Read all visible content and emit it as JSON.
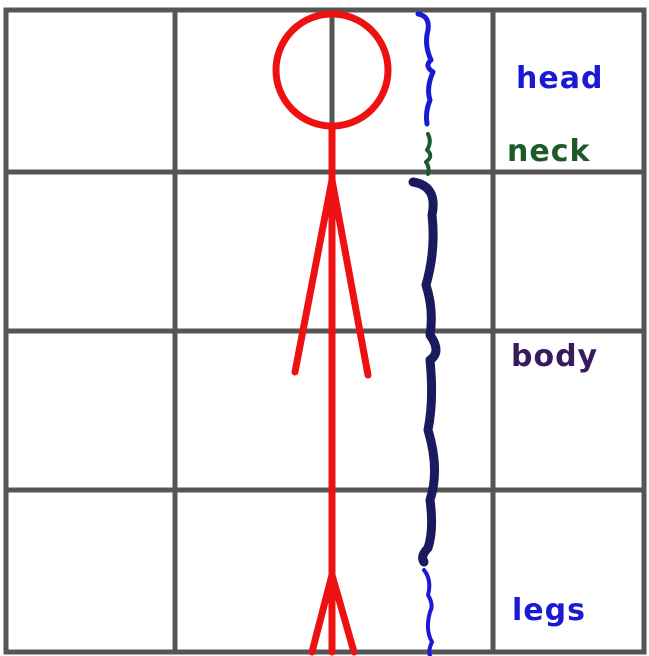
{
  "colors": {
    "background": "#ffffff",
    "grid": "#555555",
    "figure": "#ee1111",
    "head_brace": "#1a1ad6",
    "neck_brace": "#1d5a2a",
    "body_brace": "#1c1a5e",
    "legs_brace": "#1a1ad6"
  },
  "labels": {
    "head": "head",
    "neck": "neck",
    "body": "body",
    "legs": "legs"
  }
}
